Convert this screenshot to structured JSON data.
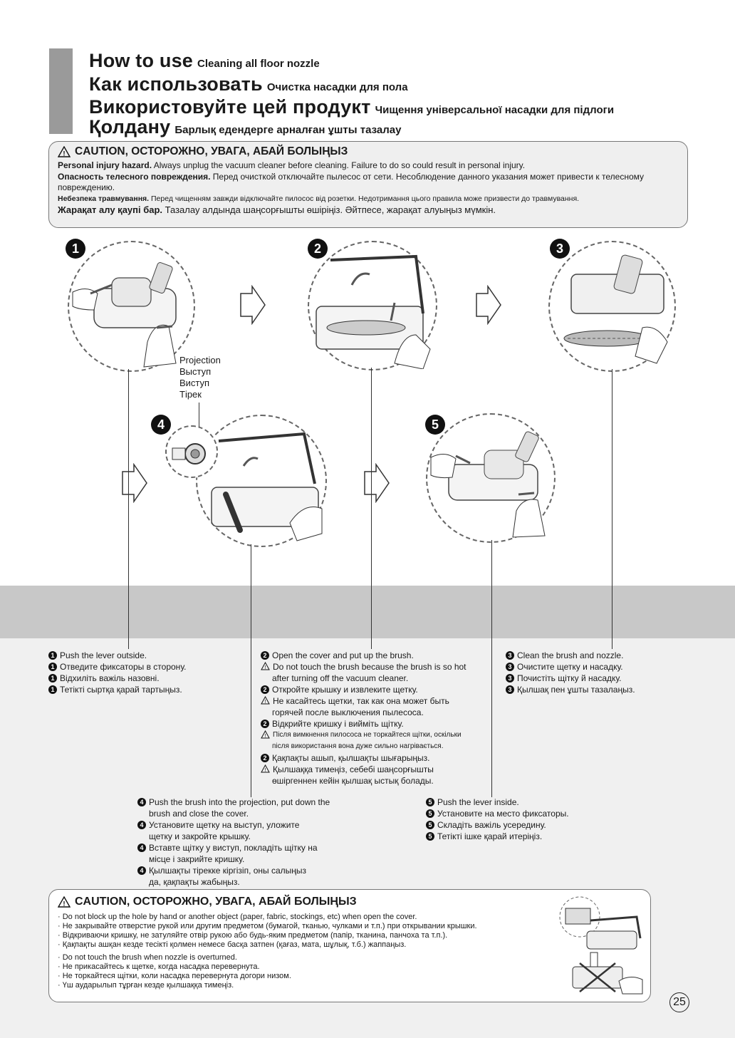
{
  "header": {
    "lines": [
      {
        "big": "How to use",
        "small": "Cleaning all floor nozzle"
      },
      {
        "big": "Как использовать",
        "small": "Очистка насадки для пола"
      },
      {
        "big": "Використовуйте цей продукт",
        "small": "Чищення універсальної насадки для підлоги"
      },
      {
        "big": "Қолдану",
        "small": "Барлық едендерге арналған ұшты тазалау"
      }
    ]
  },
  "caution_top": {
    "title": "CAUTION, ОСТОРОЖНО, УВАГА, АБАЙ БОЛЫҢЫЗ",
    "en_bold": "Personal injury hazard.",
    "en_text": " Always unplug the vacuum cleaner before cleaning. Failure to do so could result in personal injury.",
    "ru_bold": "Опасность телесного повреждения.",
    "ru_text": " Перед очисткой отключайте пылесос от сети. Несоблюдение данного указания может привести к телесному повреждению.",
    "uk_bold": "Небезпека травмування.",
    "uk_text": " Перед чищенням завжди відключайте пилосос від розетки. Недотримання цього правила може призвести до травмування.",
    "kk_bold": "Жарақат алу қаупі бар.",
    "kk_text": " Тазалау алдында шаңсорғышты өшіріңіз. Әйтпесе, жарақат алуыңыз мүмкін."
  },
  "steps": [
    "1",
    "2",
    "3",
    "4",
    "5"
  ],
  "projection_label": [
    "Projection",
    "Выступ",
    "Виступ",
    "Тірек"
  ],
  "instructions": {
    "step1": [
      "Push the lever outside.",
      "Отведите фиксаторы в сторону.",
      "Відхиліть важіль назовні.",
      "Тетікті сыртқа қарай тартыңыз."
    ],
    "step2": {
      "en": "Open the cover and put up the brush.",
      "en_warn": [
        "Do not touch the brush because the brush is so hot",
        "after turning off the vacuum cleaner."
      ],
      "ru": "Откройте крышку и извлеките щетку.",
      "ru_warn": [
        "Не касайтесь щетки, так как она может быть",
        "горячей после выключения пылесоса."
      ],
      "uk": "Відкрийте кришку і вийміть щітку.",
      "uk_warn": [
        "Після вимкнення пилососа не торкайтеся щітки, оскільки",
        "після використання вона дуже сильно нагрівається."
      ],
      "kk": "Қақпақты ашып, қылшақты шығарыңыз.",
      "kk_warn": [
        "Қылшаққа тимеңіз, себебі шаңсорғышты",
        "өшіргеннен кейін қылшақ ыстық болады."
      ]
    },
    "step3": [
      "Clean the brush and nozzle.",
      "Очистите щетку и насадку.",
      "Почистіть щітку й насадку.",
      "Қылшақ пен ұшты тазалаңыз."
    ],
    "step4": [
      [
        "Push the brush into the projection, put down the",
        "brush and close the cover."
      ],
      [
        "Установите щетку на выступ, уложите",
        "щетку и закройте крышку."
      ],
      [
        "Вставте щітку у виступ, покладіть щітку на",
        "місце і закрийте кришку."
      ],
      [
        "Қылшақты тірекке кіргізіп, оны салыңыз",
        "да, қақпақты жабыңыз."
      ]
    ],
    "step5": [
      "Push the lever inside.",
      "Установите на место фиксаторы.",
      "Складіть важіль усередину.",
      "Тетікті ішке қарай итеріңіз."
    ]
  },
  "caution_bottom": {
    "title": "CAUTION, ОСТОРОЖНО, УВАГА, АБАЙ БОЛЫҢЫЗ",
    "group1": [
      "· Do not block up the hole by hand or another object (paper, fabric, stockings, etc) when open the cover.",
      "· Не закрывайте отверстие рукой или другим предметом (бумагой, тканью, чулками и т.п.) при открывании крышки.",
      "· Відкриваючи кришку, не затуляйте отвір рукою або будь-яким предметом (папір, тканина, панчоха та т.п.).",
      "· Қақпақты ашқан кезде тесікті қолмен немесе басқа затпен (қағаз, мата, шұлық, т.б.) жаппаңыз."
    ],
    "group2": [
      "· Do not touch the brush when nozzle is overturned.",
      "· Не прикасайтесь к щетке, когда насадка перевернута.",
      "· Не торкайтеся щітки, коли насадка перевернута догори низом.",
      "· Үш аударылып тұрған кезде қылшаққа тимеңіз."
    ]
  },
  "page_number": "25"
}
